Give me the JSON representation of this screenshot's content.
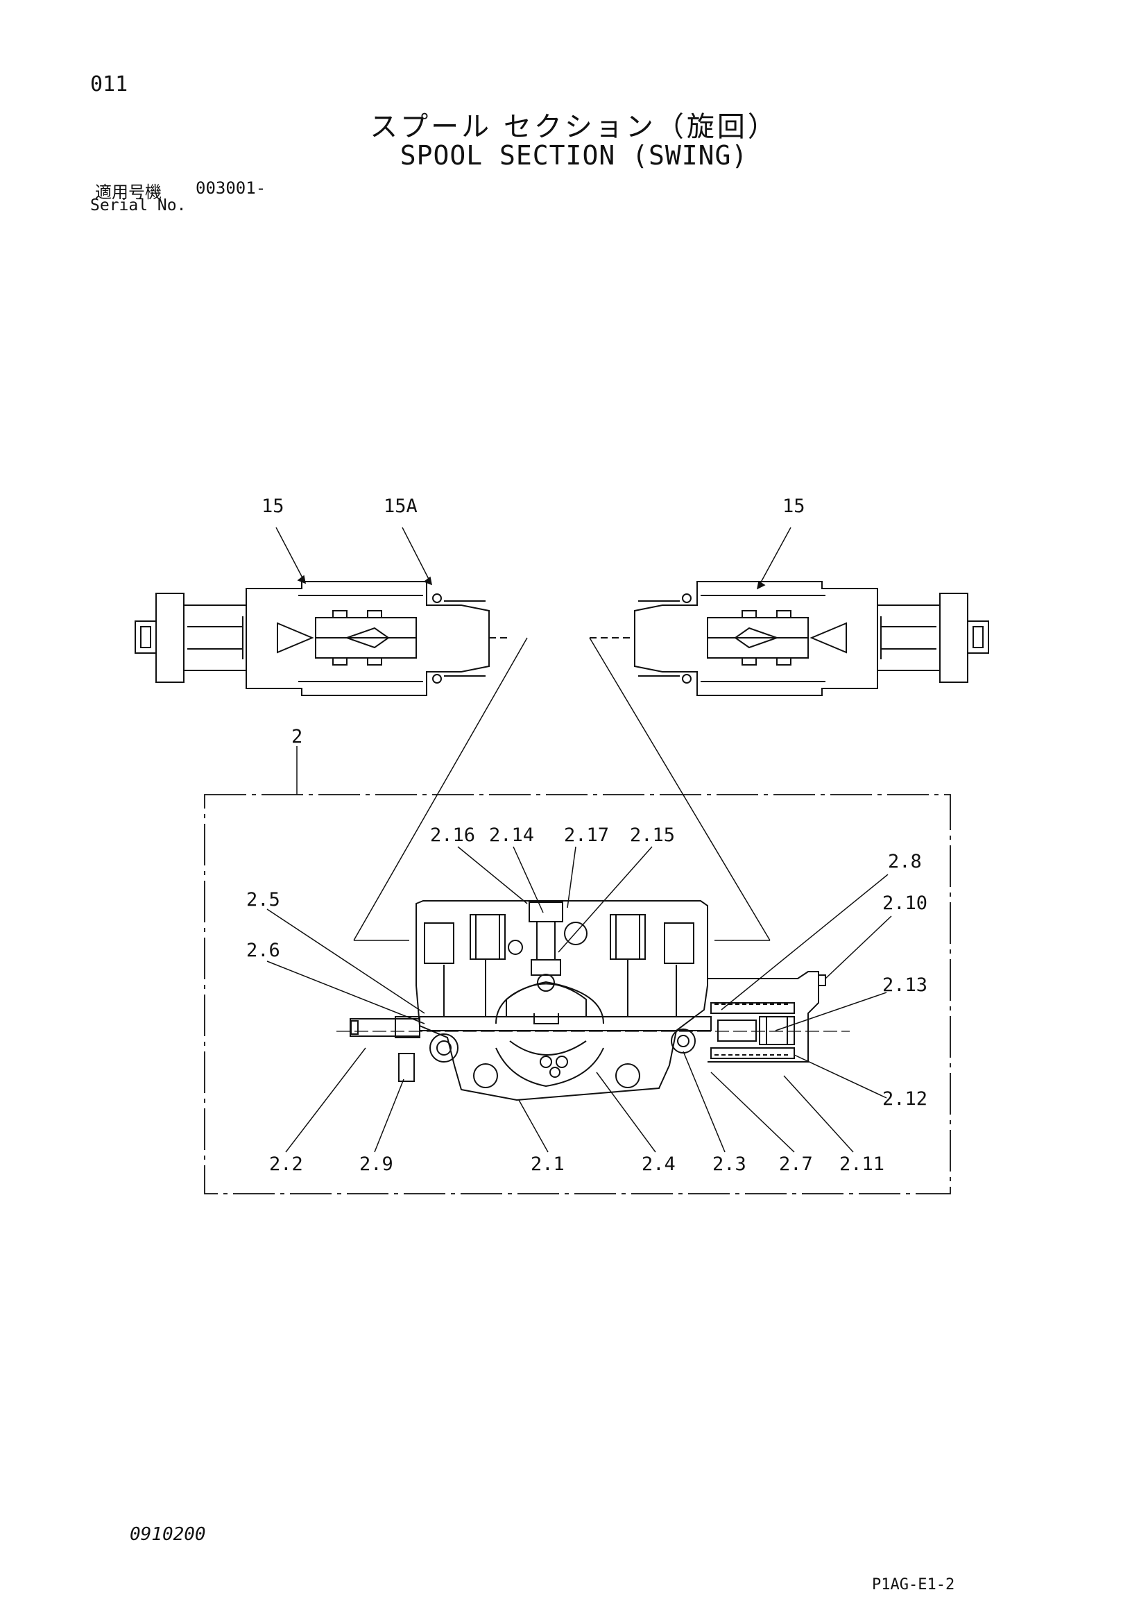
{
  "header": {
    "page_number": "011",
    "title_jp": "スプール セクション（旋回）",
    "title_en": "SPOOL SECTION (SWING)",
    "serial_label_jp": "適用号機",
    "serial_value": "003001-",
    "serial_label_en": "Serial No."
  },
  "callouts": {
    "c15_left": "15",
    "c15a": "15A",
    "c15_right": "15",
    "c2": "2",
    "c2_16": "2.16",
    "c2_14": "2.14",
    "c2_17": "2.17",
    "c2_15": "2.15",
    "c2_8": "2.8",
    "c2_10": "2.10",
    "c2_5": "2.5",
    "c2_6": "2.6",
    "c2_13": "2.13",
    "c2_12": "2.12",
    "c2_2": "2.2",
    "c2_9": "2.9",
    "c2_1": "2.1",
    "c2_4": "2.4",
    "c2_3": "2.3",
    "c2_7": "2.7",
    "c2_11": "2.11"
  },
  "footer": {
    "doc_code": "0910200",
    "sheet_code": "P1AG-E1-2"
  }
}
